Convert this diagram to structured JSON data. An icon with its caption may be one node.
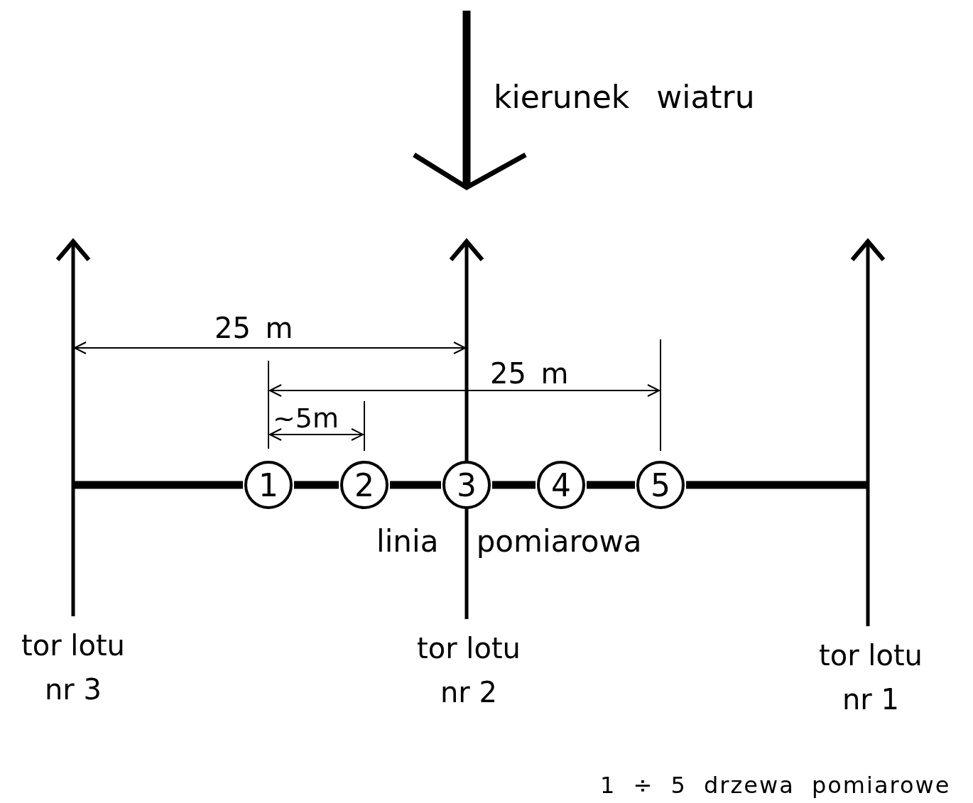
{
  "diagram": {
    "nodes": [
      {
        "text": [
          "1"
        ]
      },
      {
        "text": [
          "2"
        ]
      },
      {
        "text": [
          "3"
        ]
      },
      {
        "text": [
          "4"
        ]
      },
      {
        "text": [
          "5"
        ]
      },
      {
        "text": [
          "tor lotu nr 3"
        ]
      },
      {
        "text": [
          "tor lotu nr 2"
        ]
      },
      {
        "text": [
          "tor lotu nr 1"
        ]
      }
    ],
    "edges": [
      {
        "from": 5,
        "to": null,
        "arrow": "to"
      },
      {
        "from": 6,
        "to": null,
        "arrow": "to"
      },
      {
        "from": 7,
        "to": null,
        "arrow": "to"
      },
      {
        "from": null,
        "to": 0,
        "arrow": "none"
      },
      {
        "from": 0,
        "to": 1,
        "arrow": "none"
      },
      {
        "from": 1,
        "to": 2,
        "arrow": "none"
      },
      {
        "from": 2,
        "to": 3,
        "arrow": "none"
      },
      {
        "from": 3,
        "to": 4,
        "arrow": "none"
      },
      {
        "from": 4,
        "to": null,
        "arrow": "none"
      }
    ],
    "labels": [
      "kierunek wiatru",
      "25 m",
      "25 m",
      "~5m",
      "linia pomiarowa",
      "1 ÷ 5 drzewa pomiarowe"
    ]
  }
}
